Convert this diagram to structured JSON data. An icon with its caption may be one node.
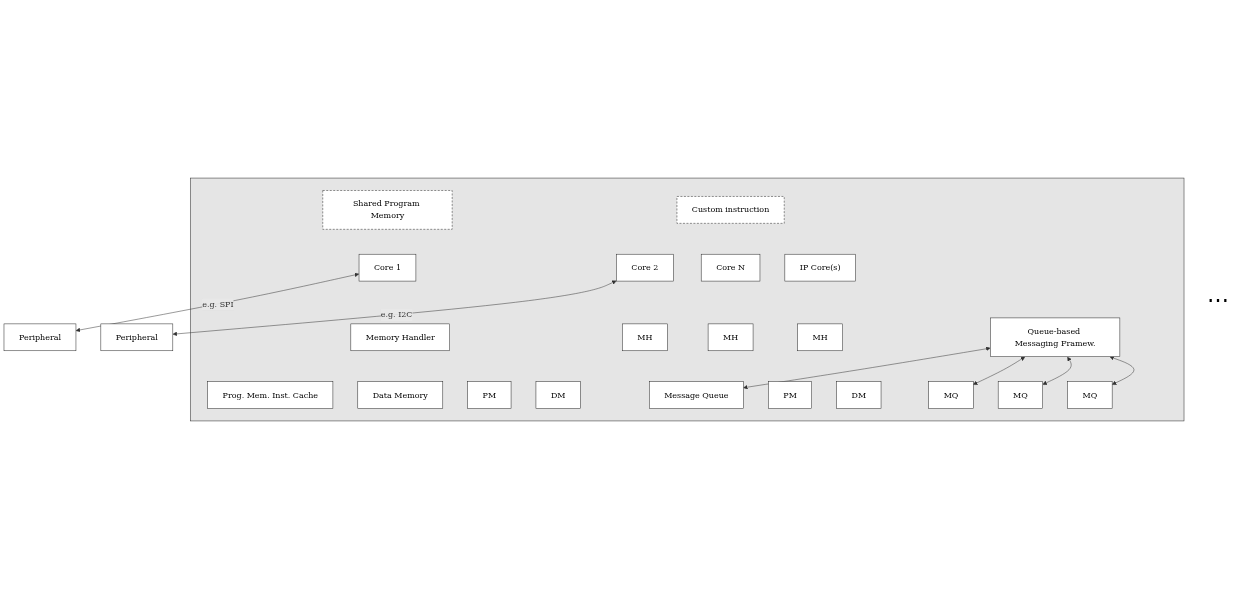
{
  "diagram": {
    "nodes": [
      {
        "text": [],
        "shape": "box"
      },
      {
        "text": [
          "Shared Program Memory"
        ],
        "in": 0
      },
      {
        "text": [
          "Peripheral"
        ]
      },
      {
        "text": [
          "Peripheral"
        ]
      },
      {
        "text": [
          "Custom instruction"
        ],
        "in": 0
      },
      {
        "text": [
          "Core 1"
        ],
        "in": 0
      },
      {
        "text": [
          "Core 2"
        ],
        "in": 0
      },
      {
        "text": [
          "Core N"
        ],
        "in": 0
      },
      {
        "text": [
          "IP Core(s)"
        ],
        "in": 0
      },
      {
        "text": [
          "Memory Handler"
        ],
        "in": 0
      },
      {
        "text": [
          "MH"
        ],
        "in": 0
      },
      {
        "text": [
          "MH"
        ],
        "in": 0
      },
      {
        "text": [
          "MH"
        ],
        "in": 0
      },
      {
        "text": [
          "Prog. Mem. Inst. Cache"
        ],
        "in": 0
      },
      {
        "text": [
          "Data Memory"
        ],
        "in": 0
      },
      {
        "text": [
          "Message Queue"
        ],
        "in": 0
      },
      {
        "text": [
          "PM"
        ],
        "in": 0
      },
      {
        "text": [
          "DM"
        ],
        "in": 0
      },
      {
        "text": [
          "MQ"
        ],
        "in": 0
      },
      {
        "text": [
          "PM"
        ],
        "in": 0
      },
      {
        "text": [
          "DM"
        ],
        "in": 0
      },
      {
        "text": [
          "MQ"
        ],
        "in": 0
      },
      {
        "text": [
          "MQ"
        ],
        "in": 0
      },
      {
        "text": [
          "Queue-based Messaging Framew."
        ],
        "in": 0
      }
    ],
    "edges": [
      {
        "from": 6,
        "to": 2,
        "arrow": "both",
        "label": "e.g. I2C"
      },
      {
        "from": 5,
        "to": 3,
        "arrow": "both",
        "label": "e.g. SPI"
      },
      {
        "from": 23,
        "to": 15,
        "arrow": "both"
      },
      {
        "from": 23,
        "to": 18,
        "arrow": "both"
      },
      {
        "from": 23,
        "to": 21,
        "arrow": "both"
      },
      {
        "from": 23,
        "to": 22,
        "arrow": "both"
      }
    ],
    "labels": [
      "⋯"
    ]
  }
}
